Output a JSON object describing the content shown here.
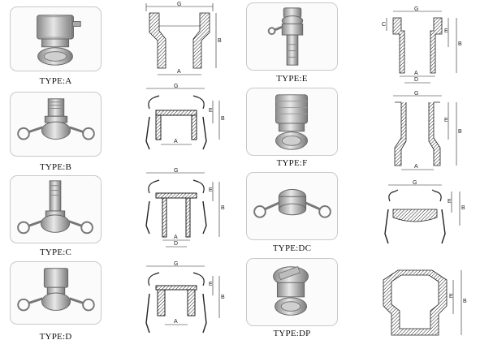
{
  "colors": {
    "steel": "#b9b9b9",
    "steel_dark": "#7d7d7d",
    "hatch": "#222222",
    "outline": "#c9c9c9"
  },
  "types": [
    {
      "id": "a",
      "label": "TYPE:A",
      "dims": {
        "top": "G",
        "right": "B",
        "bottom": "A"
      }
    },
    {
      "id": "b",
      "label": "TYPE:B",
      "dims": {
        "top": "G",
        "right": "E",
        "far_right": "B",
        "bottom": "A"
      }
    },
    {
      "id": "c",
      "label": "TYPE:C",
      "dims": {
        "top": "G",
        "right": "E",
        "far_right": "B",
        "bottom_a": "A",
        "bottom_d": "D"
      }
    },
    {
      "id": "d",
      "label": "TYPE:D",
      "dims": {
        "top": "G",
        "right": "E",
        "far_right": "B",
        "bottom": "A"
      }
    },
    {
      "id": "e",
      "label": "TYPE:E",
      "dims": {
        "top": "G",
        "left": "C",
        "right": "E",
        "far_right": "B",
        "bottom_a": "A",
        "bottom_d": "D"
      }
    },
    {
      "id": "f",
      "label": "TYPE:F",
      "dims": {
        "top": "G",
        "right": "E",
        "far_right": "B",
        "bottom": "A"
      }
    },
    {
      "id": "dc",
      "label": "TYPE:DC",
      "dims": {
        "top": "G",
        "right": "E",
        "far_right": "B"
      }
    },
    {
      "id": "dp",
      "label": "TYPE:DP",
      "dims": {
        "right": "E",
        "far_right": "B"
      }
    }
  ]
}
